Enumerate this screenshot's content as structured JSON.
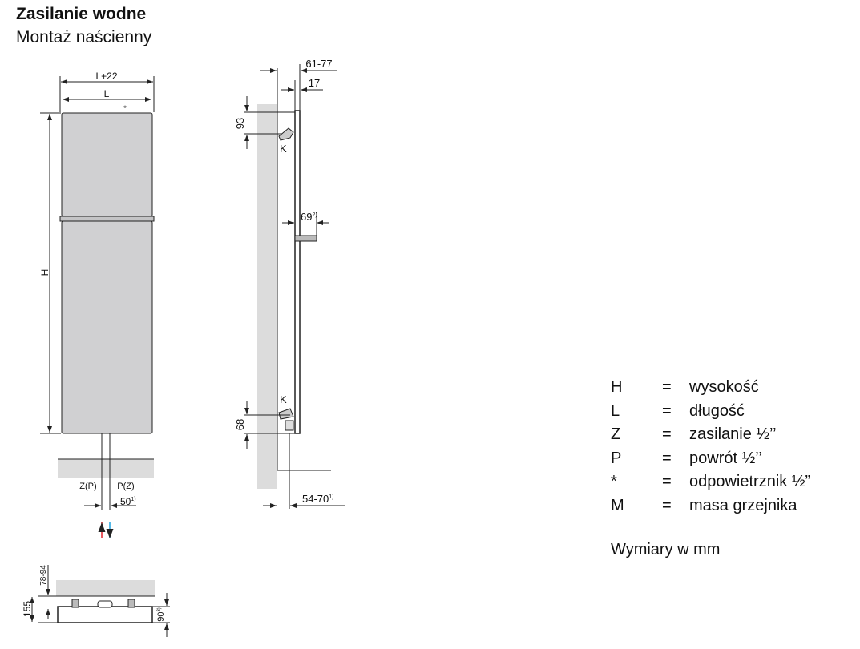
{
  "header": {
    "title": "Zasilanie wodne",
    "subtitle": "Montaż naścienny"
  },
  "front_view": {
    "width_outer": "L+22",
    "width": "L",
    "vent_mark": "*",
    "height": "H",
    "left_pipe": "Z(P)",
    "right_pipe": "P(Z)",
    "pipe_spacing": "50",
    "pipe_spacing_note": "1)"
  },
  "side_view": {
    "depth_total": "61-77",
    "depth_panel": "17",
    "top_offset": "93",
    "bracket_top": "K",
    "rail_depth": "69",
    "rail_depth_note": "2)",
    "bracket_bottom": "K",
    "bottom_offset": "68",
    "wall_offset": "54-70",
    "wall_offset_note": "1)"
  },
  "top_view": {
    "wall_gap": "78-94",
    "total_depth": "155",
    "body_depth": "90",
    "body_depth_note": "3)"
  },
  "legend": [
    {
      "key": "H",
      "eq": "=",
      "value": "wysokość"
    },
    {
      "key": "L",
      "eq": "=",
      "value": "długość"
    },
    {
      "key": "Z",
      "eq": "=",
      "value": "zasilanie ½’’"
    },
    {
      "key": "P",
      "eq": "=",
      "value": "powrót ½’’"
    },
    {
      "key": "*",
      "eq": "=",
      "value": "odpowietrznik ½”"
    },
    {
      "key": "M",
      "eq": "=",
      "value": "masa grzejnika"
    }
  ],
  "units_note": "Wymiary w mm",
  "colors": {
    "panel": "#d0d0d2",
    "wall": "#dcdcdc",
    "supply_arrow": "#e0202a",
    "return_arrow": "#1fa3e0"
  }
}
